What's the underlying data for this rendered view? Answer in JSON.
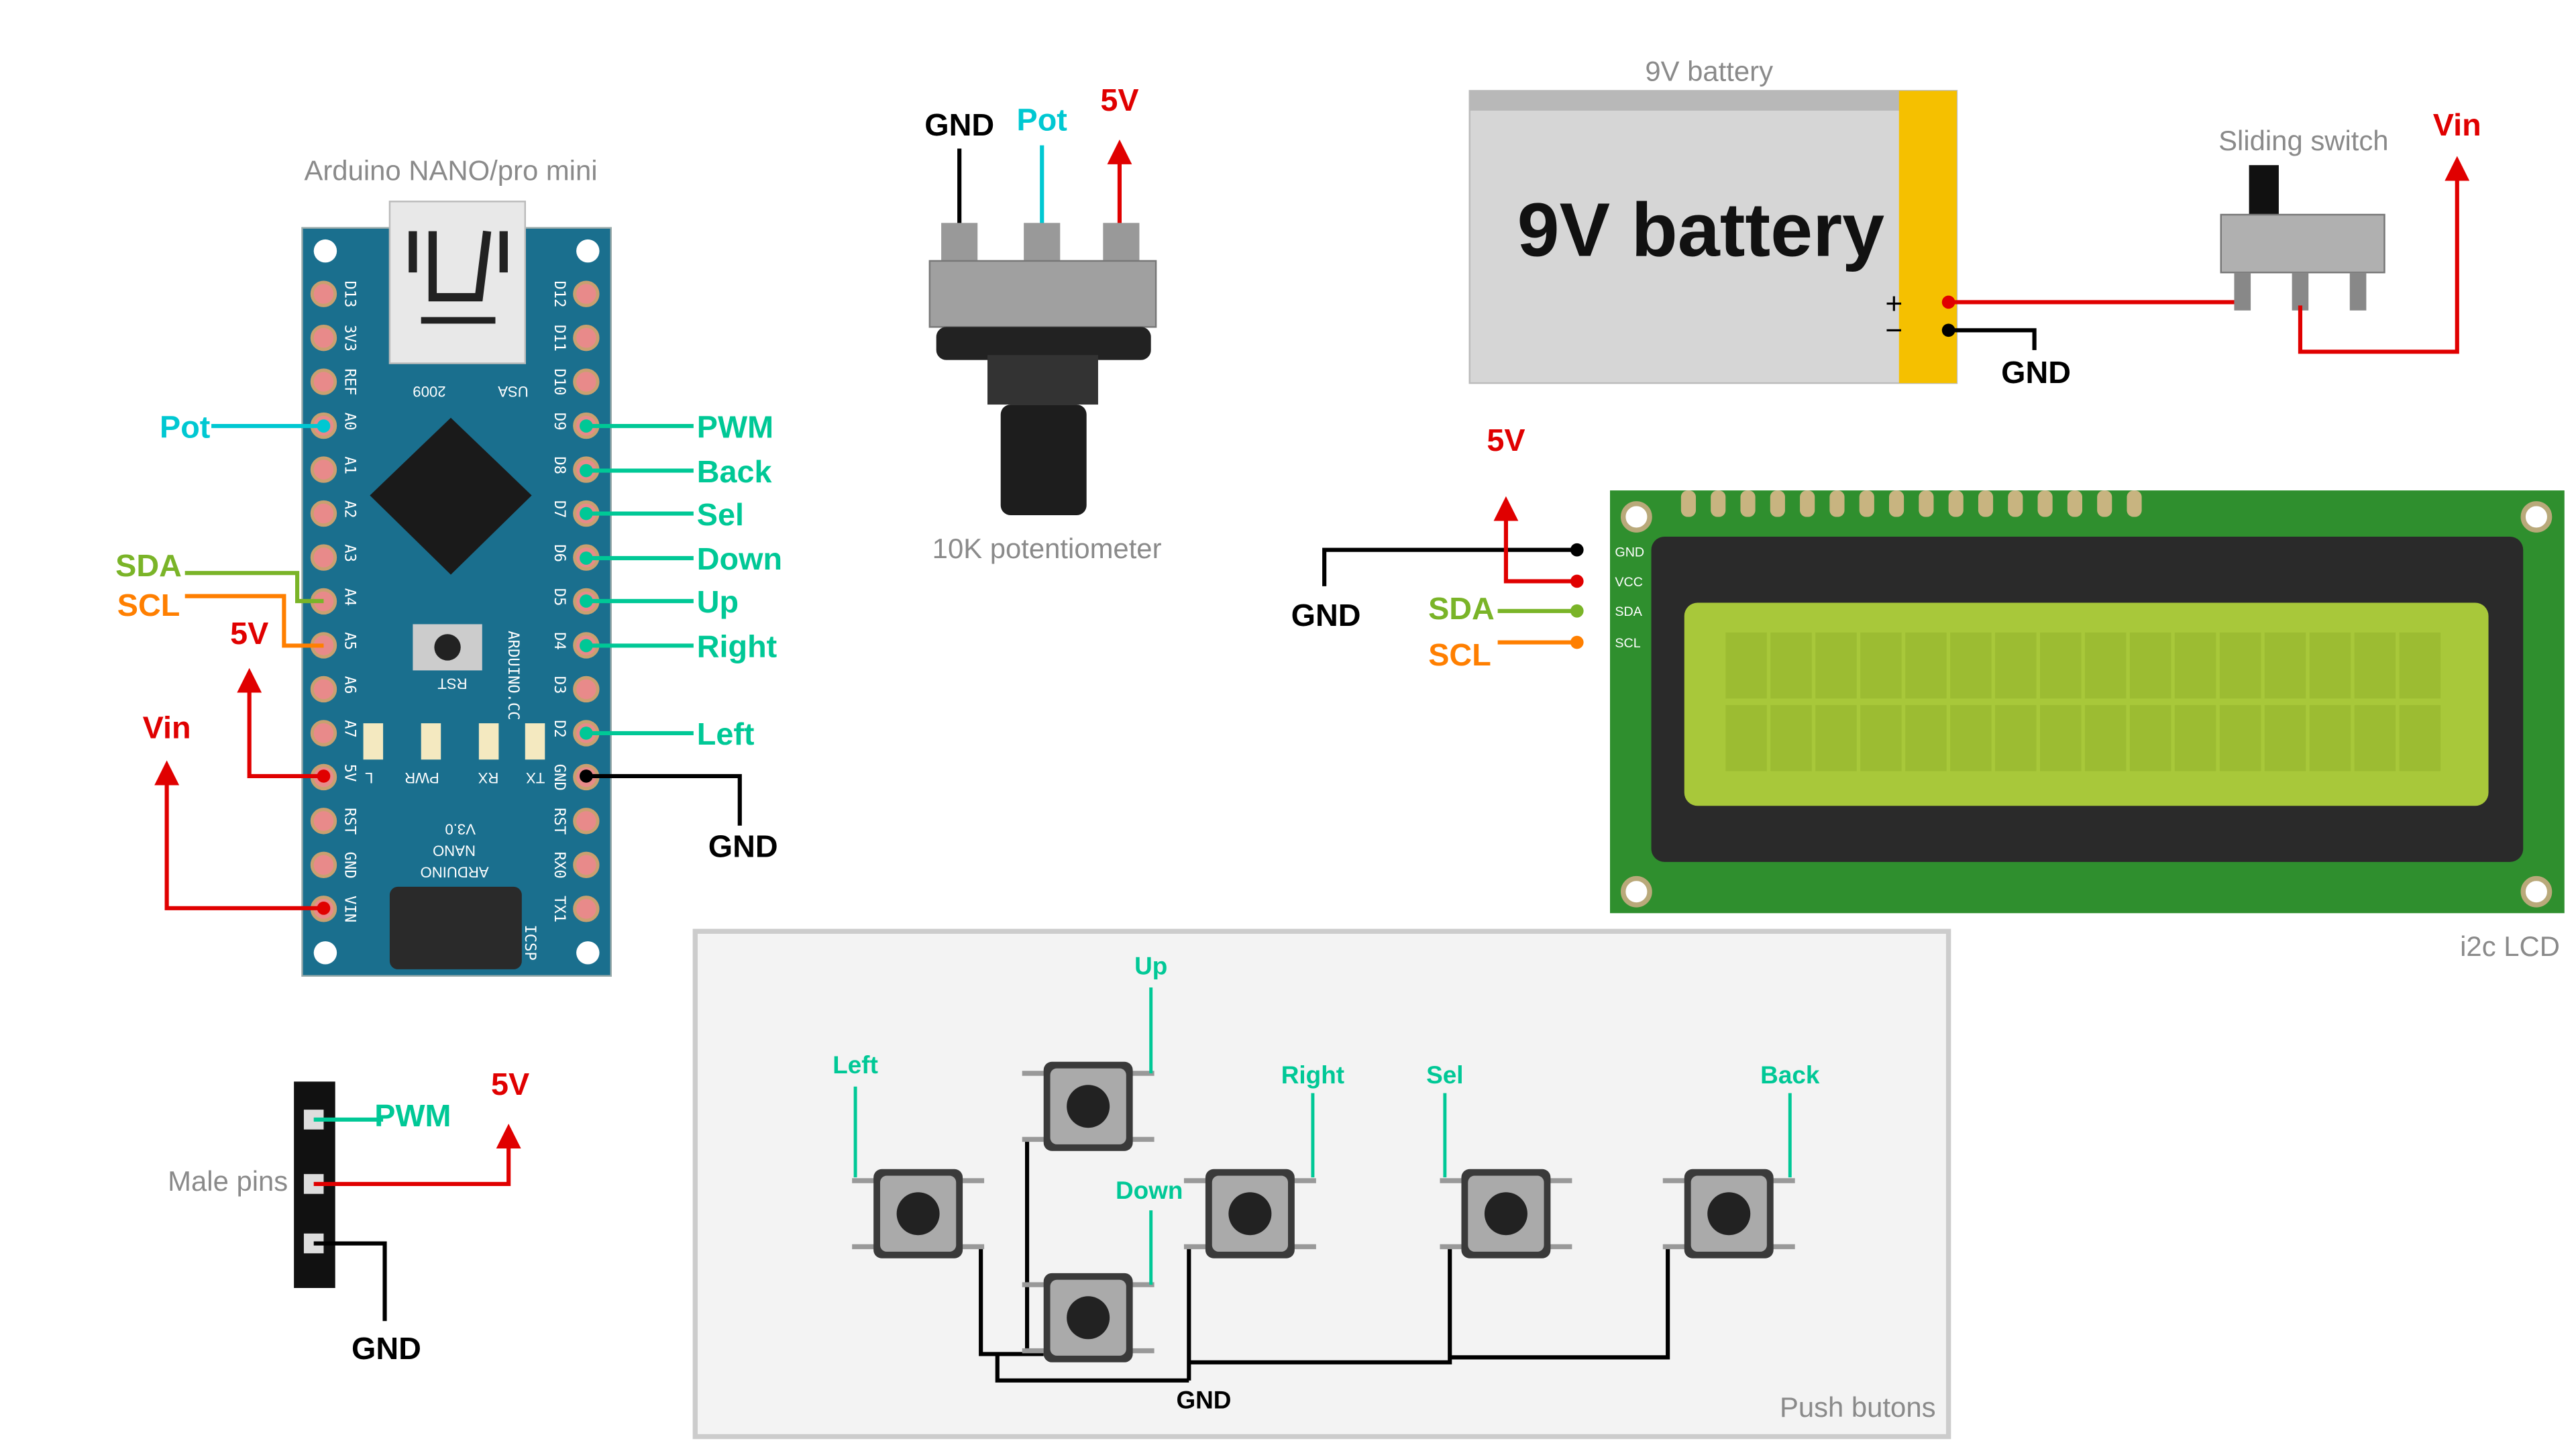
{
  "arduino": {
    "title": "Arduino NANO/pro mini",
    "left_pins": [
      "D13",
      "3V3",
      "REF",
      "A0",
      "A1",
      "A2",
      "A3",
      "A4",
      "A5",
      "A6",
      "A7",
      "5V",
      "RST",
      "GND",
      "VIN"
    ],
    "right_pins": [
      "D12",
      "D11",
      "D10",
      "D9",
      "D8",
      "D7",
      "D6",
      "D5",
      "D4",
      "D3",
      "D2",
      "GND",
      "RST",
      "RX0",
      "TX1"
    ],
    "markings": {
      "year": "2009",
      "country": "USA",
      "rst": "RST",
      "site": "ARDUINO.CC",
      "led_l": "L",
      "led_pwr": "PWR",
      "led_rx": "RX",
      "led_tx": "TX",
      "name1": "ARDUINO",
      "name2": "NANO",
      "name3": "V3.0",
      "icsp": "ICSP"
    },
    "wires": {
      "pot": "Pot",
      "pwm": "PWM",
      "back": "Back",
      "sel": "Sel",
      "down": "Down",
      "up": "Up",
      "right": "Right",
      "left": "Left",
      "gnd": "GND",
      "sda": "SDA",
      "scl": "SCL",
      "v5": "5V",
      "vin": "Vin"
    }
  },
  "potentiometer": {
    "title": "10K potentiometer",
    "gnd": "GND",
    "pot": "Pot",
    "v5": "5V"
  },
  "battery": {
    "title": "9V battery",
    "body_text": "9V battery",
    "plus": "+",
    "minus": "−",
    "gnd": "GND"
  },
  "switch": {
    "title": "Sliding switch",
    "vin": "Vin"
  },
  "lcd": {
    "title": "i2c LCD",
    "pins": [
      "GND",
      "VCC",
      "SDA",
      "SCL"
    ],
    "gnd": "GND",
    "v5": "5V",
    "sda": "SDA",
    "scl": "SCL"
  },
  "male_pins": {
    "title": "Male pins",
    "pwm": "PWM",
    "v5": "5V",
    "gnd": "GND"
  },
  "buttons": {
    "title": "Push butons",
    "left": "Left",
    "up": "Up",
    "down": "Down",
    "right": "Right",
    "sel": "Sel",
    "back": "Back",
    "gnd": "GND"
  },
  "colors": {
    "signal": "#00c896",
    "pot": "#00c8d2",
    "sda": "#7ab428",
    "scl": "#ff7f00",
    "power": "#e00000",
    "ground": "#000000",
    "board": "#1a6f8e",
    "lcd_board": "#2f8f2e",
    "lcd_screen": "#a8c83a"
  }
}
